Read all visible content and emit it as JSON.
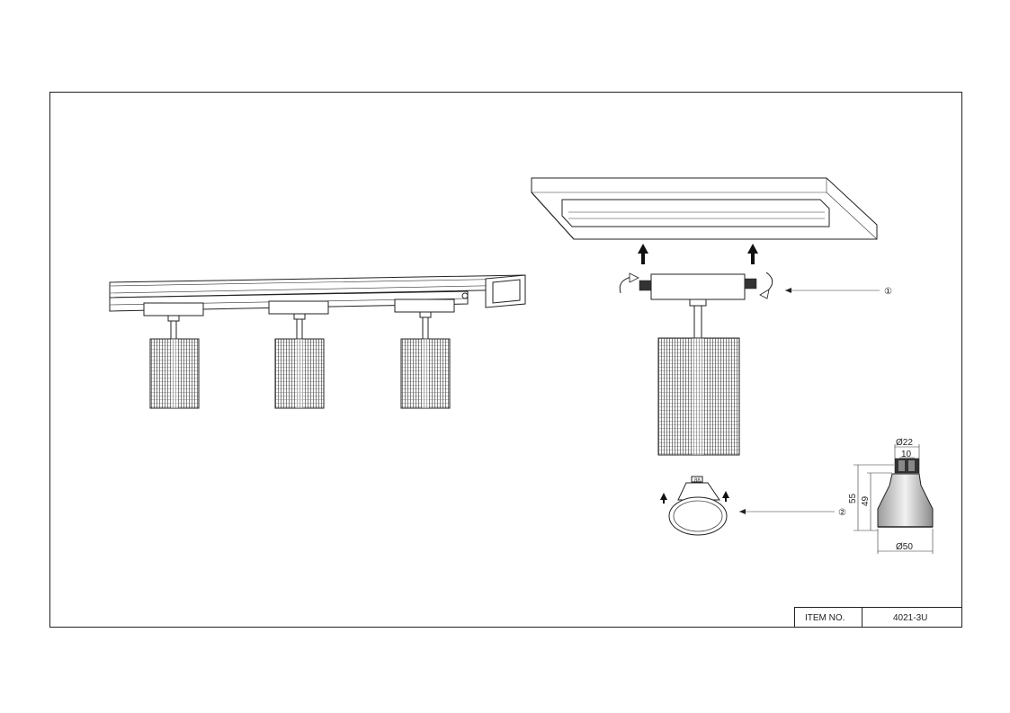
{
  "title_block": {
    "item_label": "ITEM NO.",
    "item_value": "4021-3U"
  },
  "callouts": {
    "step_1": "①",
    "step_2": "②"
  },
  "bulb_dimensions": {
    "top_diameter": "Ø22",
    "pin_spacing": "10",
    "total_height": "55",
    "body_height": "49",
    "face_diameter": "Ø50"
  }
}
